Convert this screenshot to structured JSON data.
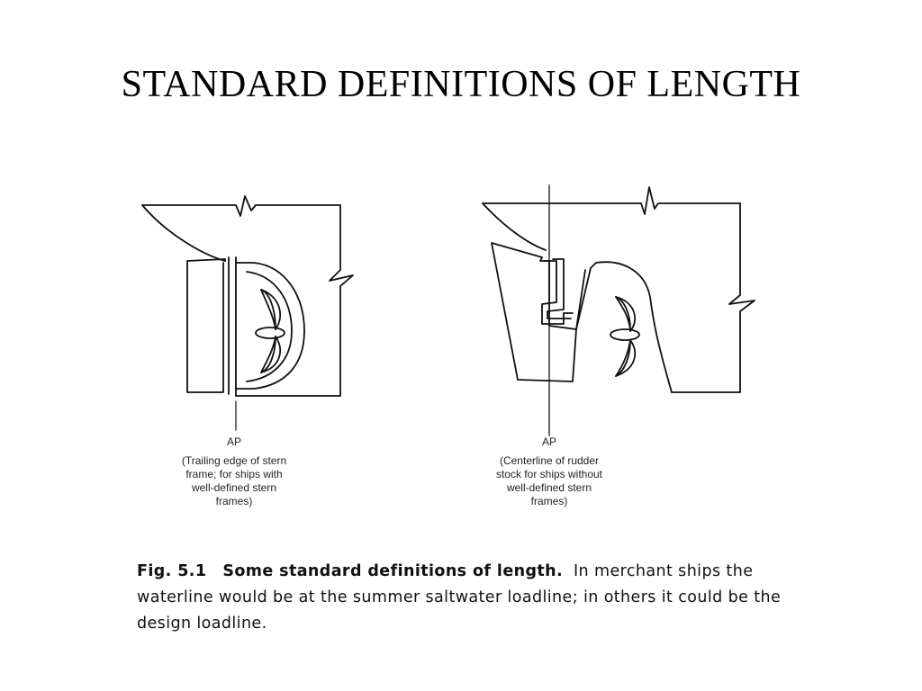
{
  "slide": {
    "title": "STANDARD DEFINITIONS OF LENGTH"
  },
  "figure": {
    "left_panel": {
      "ap_label": "AP",
      "description_lines": [
        "(Trailing edge of stern",
        "frame; for ships with",
        "well-defined stern",
        "frames)"
      ]
    },
    "right_panel": {
      "ap_label": "AP",
      "description_lines": [
        "(Centerline of rudder",
        "stock for ships without",
        "well-defined stern",
        "frames)"
      ]
    },
    "caption": {
      "number": "Fig. 5.1",
      "title": "Some standard definitions of length.",
      "body": "In merchant ships the waterline would be at the summer saltwater loadline; in others it could be the design loadline."
    }
  }
}
